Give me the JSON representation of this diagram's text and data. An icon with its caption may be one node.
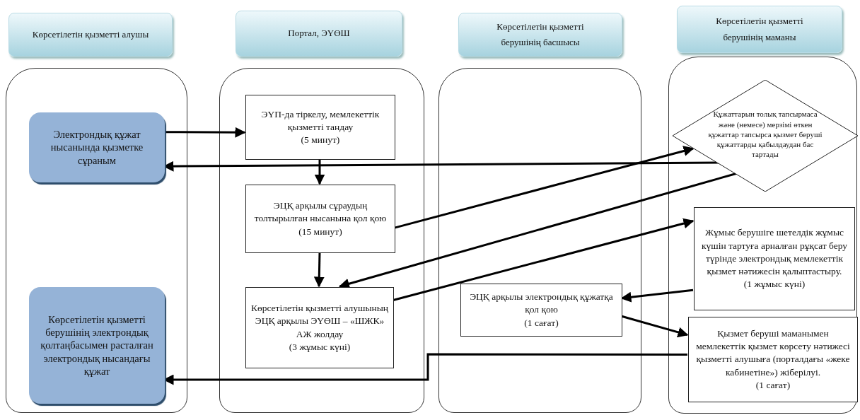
{
  "diagram": {
    "nodes": [
      {
        "text": [
          "Көрсетілетін қызметті алушы"
        ]
      },
      {
        "text": [
          "Портал, ЭҮӨШ"
        ]
      },
      {
        "text": [
          "Көрсетілетін қызметті берушінің басшысы"
        ]
      },
      {
        "text": [
          "Көрсетілетін қызметті берушінің маманы"
        ]
      },
      {
        "text": [],
        "shape": "box"
      },
      {
        "text": [],
        "shape": "box"
      },
      {
        "text": [],
        "shape": "box"
      },
      {
        "text": [],
        "shape": "box"
      },
      {
        "text": [
          "Электрондық құжат нысанында қызметке сұраным"
        ],
        "in": 4
      },
      {
        "text": [
          "Көрсетілетін қызметті берушінің электрондық қолтаңбасымен расталған электрондық нысандағы құжат"
        ],
        "in": 4
      },
      {
        "text": [
          "ЭҮП-да тіркелу, мемлекеттік қызметті тандау",
          "(5 минут)"
        ],
        "in": 5
      },
      {
        "text": [
          "ЭЦҚ арқылы сұраудың толтырылған нысанына қол қою",
          "(15 минут)"
        ],
        "in": 5
      },
      {
        "text": [
          "Көрсетілетін қызметті алушының ЭЦҚ арқылы ЭҮӨШ – «ШЖК» АЖ жолдау",
          "(3 жұмыс күні)"
        ],
        "in": 5
      },
      {
        "text": [
          "ЭЦҚ арқылы электрондық құжатқа қол қою",
          "(1 сағат)"
        ],
        "in": 6
      },
      {
        "text": [
          "Құжаттарын толық тапсырмаса және (немесе) мерзімі өткен құжаттар тапсырса қызмет беруші құжаттарды қабылдаудан бас тартады"
        ],
        "in": 7
      },
      {
        "text": [
          "Жұмыс берушіге шетелдік жұмыс күшін тартуға арналған рұқсат беру түрінде электрондық мемлекеттік қызмет нәтижесін қалыптастыру.",
          "(1 жұмыс күні)"
        ],
        "in": 7
      },
      {
        "text": [
          "Қызмет беруші маманымен мемлекеттік қызмет көрсету нәтижесі қызметті алушыға (порталдағы «жеке кабинетіне») жіберілуі.",
          "(1 сағат)"
        ],
        "in": 7
      }
    ],
    "edges": [
      {
        "from": 8,
        "to": 10,
        "arrow": "to"
      },
      {
        "from": 14,
        "to": 8,
        "arrow": "to"
      },
      {
        "from": 10,
        "to": 11,
        "arrow": "to"
      },
      {
        "from": 11,
        "to": 12,
        "arrow": "to"
      },
      {
        "from": 11,
        "to": 14,
        "arrow": "to"
      },
      {
        "from": 14,
        "to": 12,
        "arrow": "to"
      },
      {
        "from": 12,
        "to": 15,
        "arrow": "to"
      },
      {
        "from": 15,
        "to": 13,
        "arrow": "to"
      },
      {
        "from": 13,
        "to": 16,
        "arrow": "to"
      },
      {
        "from": 16,
        "to": 9,
        "arrow": "to"
      }
    ]
  }
}
